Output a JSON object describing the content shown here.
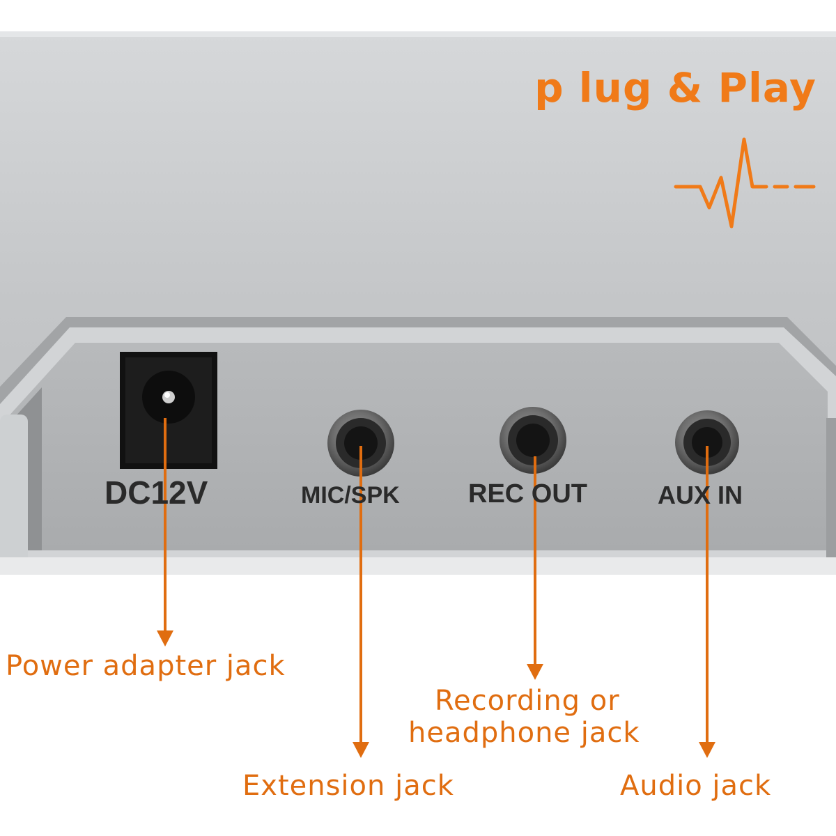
{
  "heading": "p lug & Play",
  "panel_labels": {
    "power": "DC12V",
    "mic": "MIC/SPK",
    "rec": "REC OUT",
    "aux": "AUX IN"
  },
  "callouts": {
    "power": "Power adapter jack",
    "extension": "Extension jack",
    "recording_line1": "Recording or",
    "recording_line2": "headphone jack",
    "audio": "Audio jack"
  },
  "colors": {
    "accent": "#f07a18",
    "housing": "#c9cbcd",
    "panel": "#b4b6b8",
    "jack_socket": "#1c1c1c"
  }
}
